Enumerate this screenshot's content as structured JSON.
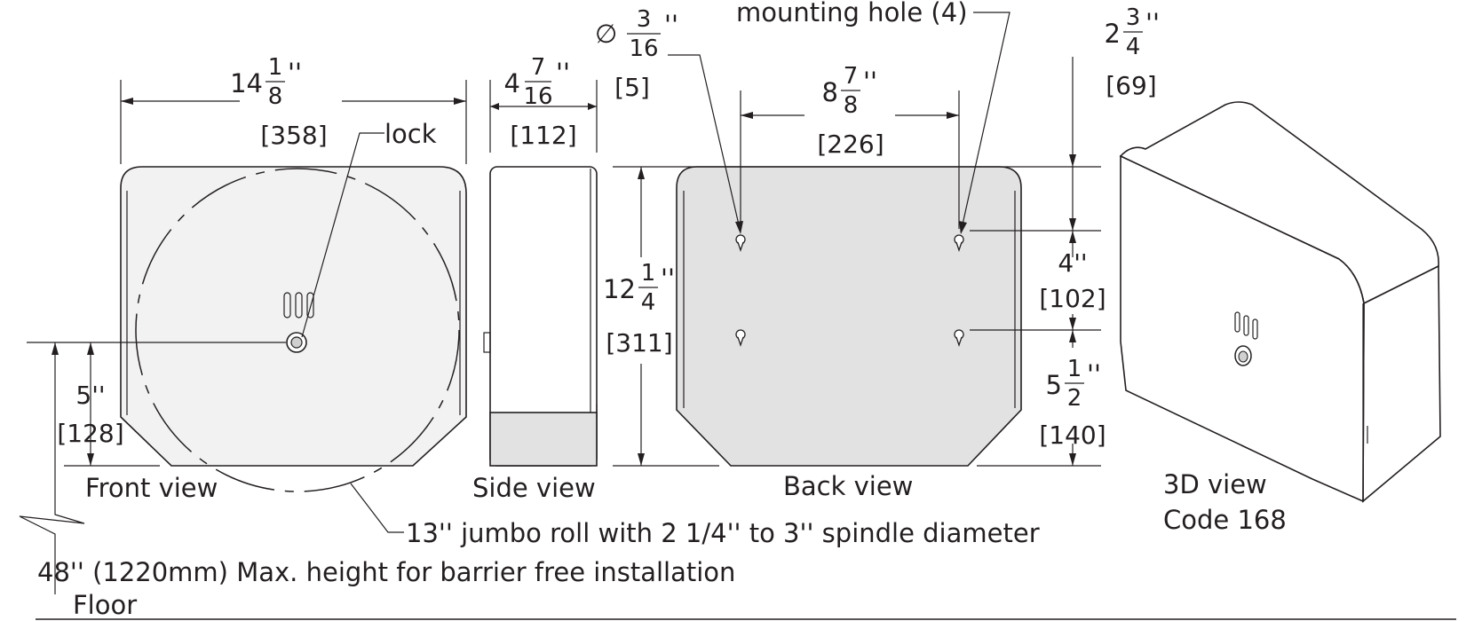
{
  "views": {
    "front": "Front view",
    "side": "Side view",
    "back": "Back view",
    "three_d": "3D view",
    "code": "Code 168"
  },
  "callouts": {
    "lock": "lock",
    "mounting_hole": "mounting hole (4)",
    "roll": "13'' jumbo roll with 2 1/4'' to 3'' spindle diameter",
    "max_height": "48'' (1220mm) Max. height for barrier free installation",
    "floor": "Floor"
  },
  "dimensions": {
    "width": {
      "whole": "14",
      "num": "1",
      "den": "8",
      "unit": "''",
      "mm": "[358]"
    },
    "depth": {
      "whole": "4",
      "num": "7",
      "den": "16",
      "unit": "''",
      "mm": "[112]"
    },
    "hole_dia": {
      "symbol": "∅",
      "num": "3",
      "den": "16",
      "unit": "''",
      "mm": "[5]"
    },
    "hole_spacing": {
      "whole": "8",
      "num": "7",
      "den": "8",
      "unit": "''",
      "mm": "[226]"
    },
    "height": {
      "whole": "12",
      "num": "1",
      "den": "4",
      "unit": "''",
      "mm": "[311]"
    },
    "top_to_hole": {
      "whole": "2",
      "num": "3",
      "den": "4",
      "unit": "''",
      "mm": "[69]"
    },
    "hole_vertical": {
      "value": "4''",
      "mm": "[102]"
    },
    "hole_to_bottom": {
      "whole": "5",
      "num": "1",
      "den": "2",
      "unit": "''",
      "mm": "[140]"
    },
    "lock_height": {
      "value": "5''",
      "mm": "[128]"
    }
  }
}
